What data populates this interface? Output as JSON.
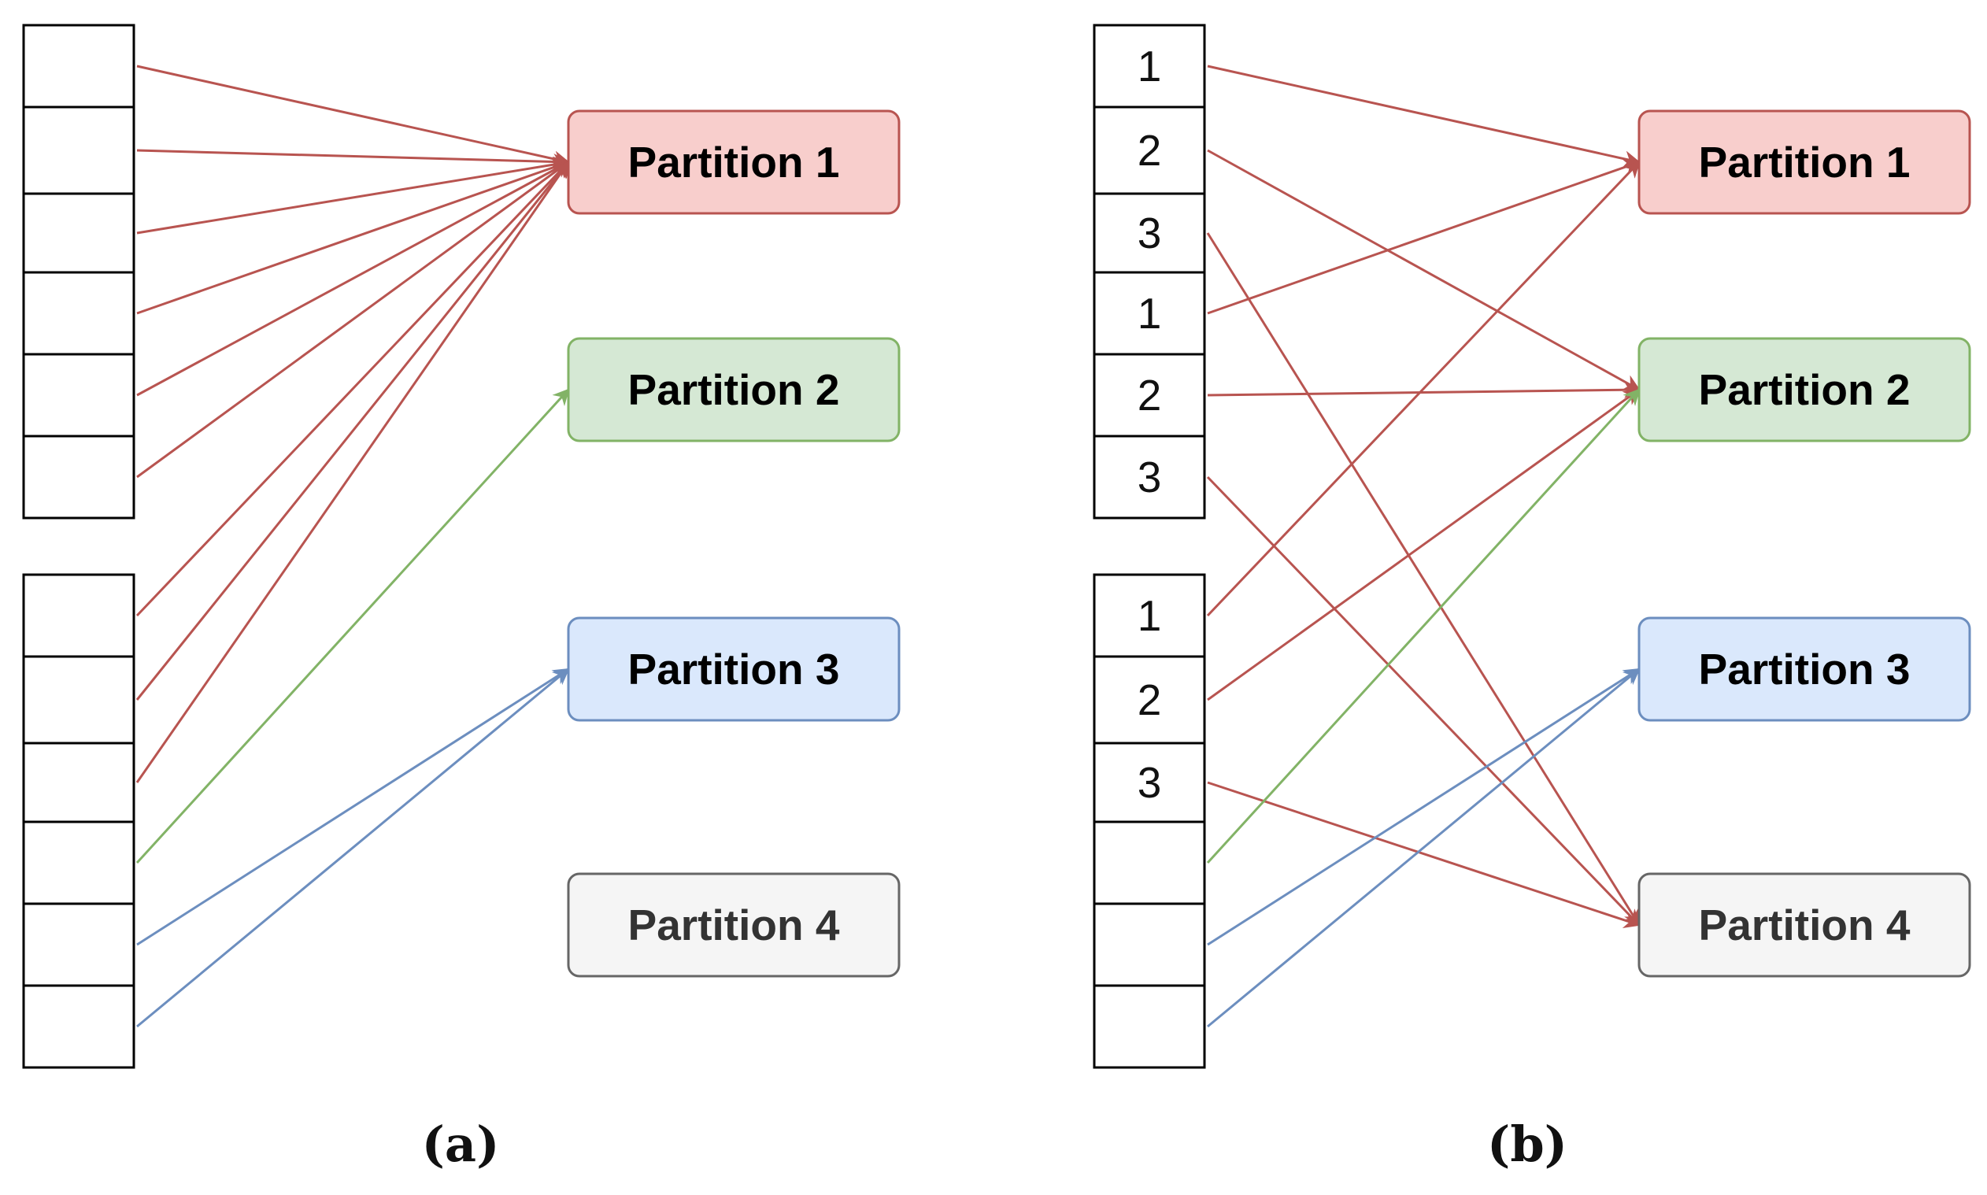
{
  "colors": {
    "red": "#b85450",
    "green": "#82b366",
    "blue": "#6c8ebf",
    "cell_stroke": "#000000"
  },
  "partitions": [
    {
      "label": "Partition 1",
      "fill": "#f8cecc",
      "stroke": "#b85450",
      "text": "#000000"
    },
    {
      "label": "Partition 2",
      "fill": "#d5e8d4",
      "stroke": "#82b366",
      "text": "#000000"
    },
    {
      "label": "Partition 3",
      "fill": "#dae8fc",
      "stroke": "#6c8ebf",
      "text": "#000000"
    },
    {
      "label": "Partition 4",
      "fill": "#f5f5f5",
      "stroke": "#666666",
      "text": "#333333"
    }
  ],
  "panel_a": {
    "caption": "(a)",
    "group_top": {
      "cells": [
        "",
        "",
        "",
        "",
        "",
        ""
      ]
    },
    "group_bottom": {
      "cells": [
        "",
        "",
        "",
        "",
        "",
        ""
      ]
    },
    "edges": [
      {
        "from": "top.0",
        "to": 0,
        "color": "red"
      },
      {
        "from": "top.1",
        "to": 0,
        "color": "red"
      },
      {
        "from": "top.2",
        "to": 0,
        "color": "red"
      },
      {
        "from": "top.3",
        "to": 0,
        "color": "red"
      },
      {
        "from": "top.4",
        "to": 0,
        "color": "red"
      },
      {
        "from": "top.5",
        "to": 0,
        "color": "red"
      },
      {
        "from": "bottom.0",
        "to": 0,
        "color": "red"
      },
      {
        "from": "bottom.1",
        "to": 0,
        "color": "red"
      },
      {
        "from": "bottom.2",
        "to": 0,
        "color": "red"
      },
      {
        "from": "bottom.3",
        "to": 1,
        "color": "green"
      },
      {
        "from": "bottom.4",
        "to": 2,
        "color": "blue"
      },
      {
        "from": "bottom.5",
        "to": 2,
        "color": "blue"
      }
    ]
  },
  "panel_b": {
    "caption": "(b)",
    "group_top": {
      "cells": [
        "1",
        "2",
        "3",
        "1",
        "2",
        "3"
      ]
    },
    "group_bottom": {
      "cells": [
        "1",
        "2",
        "3",
        "",
        "",
        ""
      ]
    },
    "edges": [
      {
        "from": "top.0",
        "to": 0,
        "color": "red"
      },
      {
        "from": "top.1",
        "to": 1,
        "color": "red"
      },
      {
        "from": "top.2",
        "to": 3,
        "color": "red"
      },
      {
        "from": "top.3",
        "to": 0,
        "color": "red"
      },
      {
        "from": "top.4",
        "to": 1,
        "color": "red"
      },
      {
        "from": "top.5",
        "to": 3,
        "color": "red"
      },
      {
        "from": "bottom.0",
        "to": 0,
        "color": "red"
      },
      {
        "from": "bottom.1",
        "to": 1,
        "color": "red"
      },
      {
        "from": "bottom.2",
        "to": 3,
        "color": "red"
      },
      {
        "from": "bottom.3",
        "to": 1,
        "color": "green"
      },
      {
        "from": "bottom.4",
        "to": 2,
        "color": "blue"
      },
      {
        "from": "bottom.5",
        "to": 2,
        "color": "blue"
      }
    ]
  }
}
